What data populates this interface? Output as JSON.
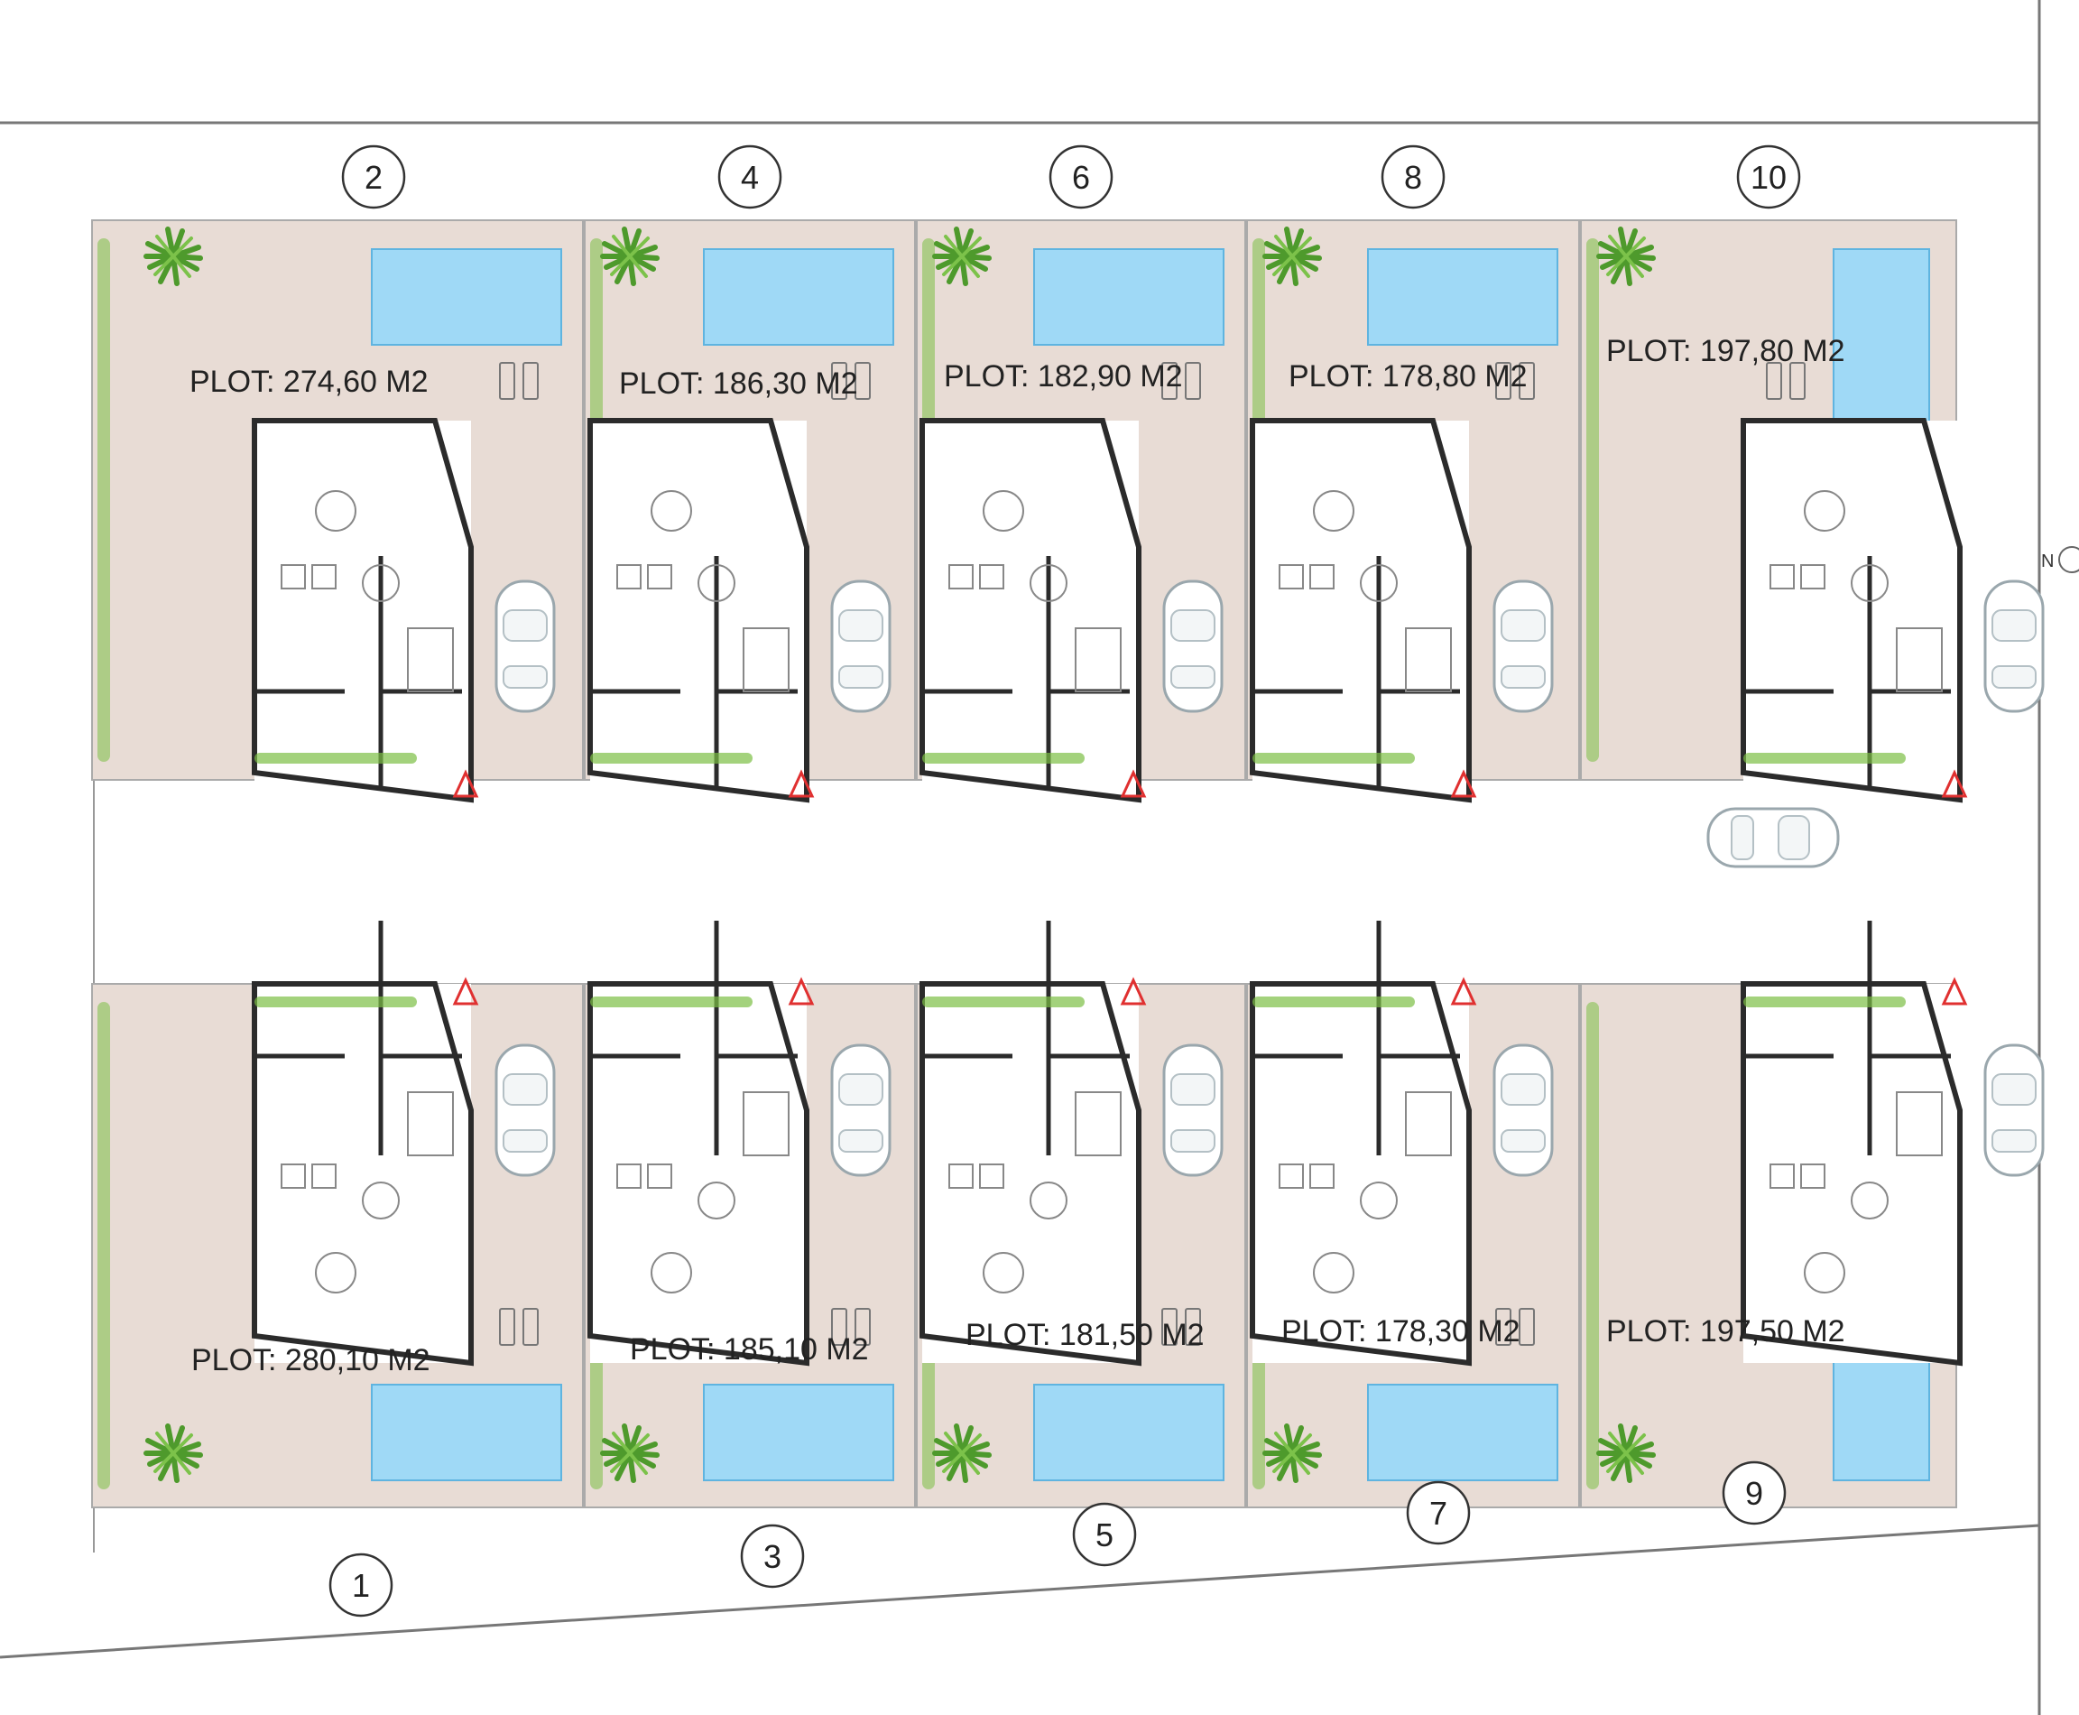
{
  "compass": {
    "label": "N"
  },
  "colors": {
    "plot_fill": "#e8dcd5",
    "pool_fill": "#9fd9f6",
    "pool_stroke": "#5fb4e0",
    "wall": "#2b2b2b",
    "hedge": "#7cbf45",
    "road_line": "#555555",
    "warning_red": "#e03030"
  },
  "top_row": [
    {
      "number": "2",
      "label": "PLOT: 274,60 M2"
    },
    {
      "number": "4",
      "label": "PLOT: 186,30 M2"
    },
    {
      "number": "6",
      "label": "PLOT: 182,90 M2"
    },
    {
      "number": "8",
      "label": "PLOT: 178,80 M2"
    },
    {
      "number": "10",
      "label": "PLOT: 197,80 M2"
    }
  ],
  "bottom_row": [
    {
      "number": "1",
      "label": "PLOT: 280,10 M2"
    },
    {
      "number": "3",
      "label": "PLOT: 185,10 M2"
    },
    {
      "number": "5",
      "label": "PLOT: 181,50 M2"
    },
    {
      "number": "7",
      "label": "PLOT: 178,30 M2"
    },
    {
      "number": "9",
      "label": "PLOT: 197,50 M2"
    }
  ]
}
